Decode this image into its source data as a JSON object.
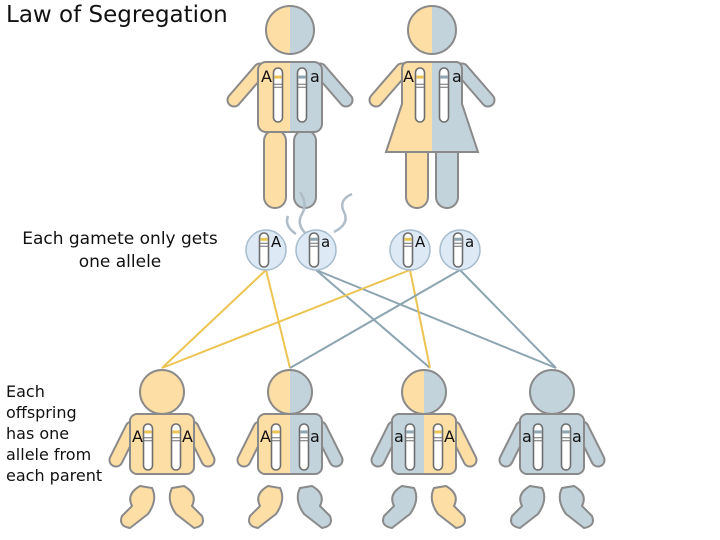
{
  "title": "Law of Segregation",
  "gamete_label": [
    "Each gamete only gets",
    "one allele"
  ],
  "offspring_label": [
    "Each",
    "offspring",
    "has one",
    "allele from",
    "each parent"
  ],
  "colors": {
    "dominant": "#fddea5",
    "recessive": "#c2d3dc",
    "outline": "#8a8a8a",
    "dominant_line": "#ecc452",
    "recessive_line": "#8ca5b0",
    "gamete_fill": "#dde9f5"
  },
  "parents": [
    {
      "figure": "male",
      "alleles": [
        "A",
        "a"
      ]
    },
    {
      "figure": "female",
      "alleles": [
        "A",
        "a"
      ]
    }
  ],
  "gametes": [
    {
      "allele": "A",
      "type": "dominant"
    },
    {
      "allele": "a",
      "type": "recessive"
    },
    {
      "allele": "A",
      "type": "dominant"
    },
    {
      "allele": "a",
      "type": "recessive"
    }
  ],
  "offspring": [
    {
      "alleles": [
        "A",
        "A"
      ],
      "head": "dominant",
      "body": [
        "dominant",
        "dominant"
      ]
    },
    {
      "alleles": [
        "A",
        "a"
      ],
      "head": "split",
      "body": [
        "dominant",
        "recessive"
      ]
    },
    {
      "alleles": [
        "a",
        "A"
      ],
      "head": "split",
      "body": [
        "recessive",
        "dominant"
      ]
    },
    {
      "alleles": [
        "a",
        "a"
      ],
      "head": "recessive",
      "body": [
        "recessive",
        "recessive"
      ]
    }
  ]
}
